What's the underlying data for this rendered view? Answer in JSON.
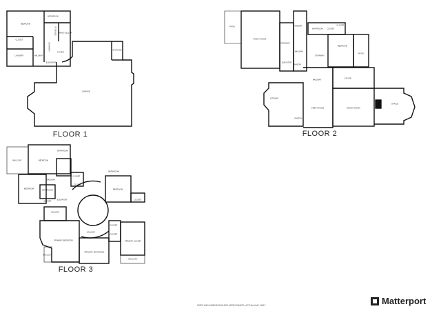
{
  "floors": [
    {
      "title": "FLOOR 1",
      "rooms": [
        "BEDROOM",
        "BATHROOM",
        "CLOSET",
        "LAUNDRY",
        "STORAGE",
        "WINE CELLAR",
        "HALLWAY",
        "FOYER",
        "ELEVATOR",
        "STAIRWAY",
        "GARAGE",
        "STORAGE"
      ]
    },
    {
      "title": "FLOOR 2",
      "rooms": [
        "PATIO",
        "FAMILY ROOM",
        "STAIRWAY",
        "POWDER",
        "HALLWAY",
        "ELEVATOR",
        "PANTRY",
        "BATHROOM",
        "CLOSET",
        "CLOSET",
        "BEDROOM",
        "PATIO",
        "STAIRWAY",
        "HALLWAY",
        "FOYER",
        "KITCHEN",
        "PANTRY",
        "GREAT ROOM",
        "DINING ROOM",
        "OFFICE"
      ]
    },
    {
      "title": "FLOOR 3",
      "rooms": [
        "BALCONY",
        "BEDROOM",
        "BATHROOM",
        "BEDROOM",
        "BATHROOM",
        "CLOSET",
        "HALLWAY",
        "CLOSET",
        "CLOSET",
        "ELEVATOR",
        "BATHROOM",
        "BEDROOM",
        "CLOSET",
        "HALLWAY",
        "HALLWAY",
        "CLOSET",
        "CLOSET",
        "PRIMARY BEDROOM",
        "PRIMARY BATHROOM",
        "PRIMARY CLOSET",
        "BALCONY",
        "BALCONY"
      ]
    }
  ],
  "disclaimer": "SIZES AND DIMENSIONS ARE APPROXIMATE, ACTUAL MAY VARY.",
  "brand": "Matterport"
}
